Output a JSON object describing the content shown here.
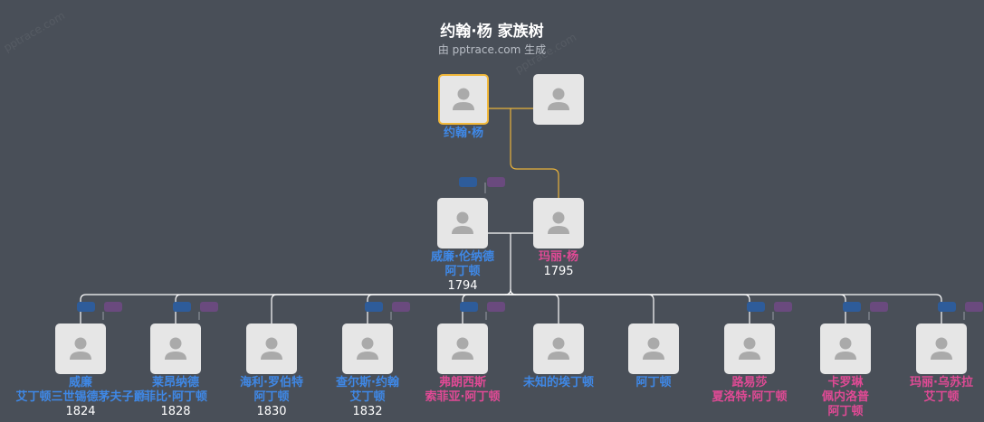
{
  "header": {
    "title": "约翰·杨 家族树",
    "subtitle": "由 pptrace.com 生成",
    "watermark": "pptrace.com"
  },
  "colors": {
    "background": "#494f58",
    "focus_border": "#f2b93b",
    "focus_line": "#e8b23a",
    "male": "#3f88e6",
    "female": "#e04a95",
    "card": "#e6e6e6"
  },
  "people": {
    "p1": {
      "lines": [
        "约翰·杨"
      ],
      "year": "",
      "gender": "male",
      "focus": true
    },
    "p2": {
      "lines": [],
      "year": "",
      "gender": "none",
      "focus": false
    },
    "p3": {
      "lines": [
        "威廉·伦纳德",
        "阿丁顿"
      ],
      "year": "1794",
      "gender": "male",
      "focus": false
    },
    "p4": {
      "lines": [
        "玛丽·杨"
      ],
      "year": "1795",
      "gender": "female",
      "focus": false
    },
    "c1": {
      "lines": [
        "威廉",
        "艾丁顿三世锡德茅夫子爵"
      ],
      "year": "1824",
      "gender": "male",
      "focus": false
    },
    "c2": {
      "lines": [
        "莱昂纳德",
        "菲比·阿丁顿"
      ],
      "year": "1828",
      "gender": "male",
      "focus": false
    },
    "c3": {
      "lines": [
        "海利·罗伯特",
        "阿丁顿"
      ],
      "year": "1830",
      "gender": "male",
      "focus": false
    },
    "c4": {
      "lines": [
        "查尔斯·约翰",
        "艾丁顿"
      ],
      "year": "1832",
      "gender": "male",
      "focus": false
    },
    "c5": {
      "lines": [
        "弗朗西斯",
        "索菲亚·阿丁顿"
      ],
      "year": "",
      "gender": "female",
      "focus": false
    },
    "c6": {
      "lines": [
        "未知的埃丁顿"
      ],
      "year": "",
      "gender": "male",
      "focus": false
    },
    "c7": {
      "lines": [
        "阿丁顿"
      ],
      "year": "",
      "gender": "male",
      "focus": false
    },
    "c8": {
      "lines": [
        "路易莎",
        "夏洛特·阿丁顿"
      ],
      "year": "",
      "gender": "female",
      "focus": false
    },
    "c9": {
      "lines": [
        "卡罗琳",
        "佩内洛普",
        "阿丁顿"
      ],
      "year": "",
      "gender": "female",
      "focus": false
    },
    "c10": {
      "lines": [
        "玛丽·乌苏拉",
        "艾丁顿"
      ],
      "year": "",
      "gender": "female",
      "focus": false
    }
  }
}
